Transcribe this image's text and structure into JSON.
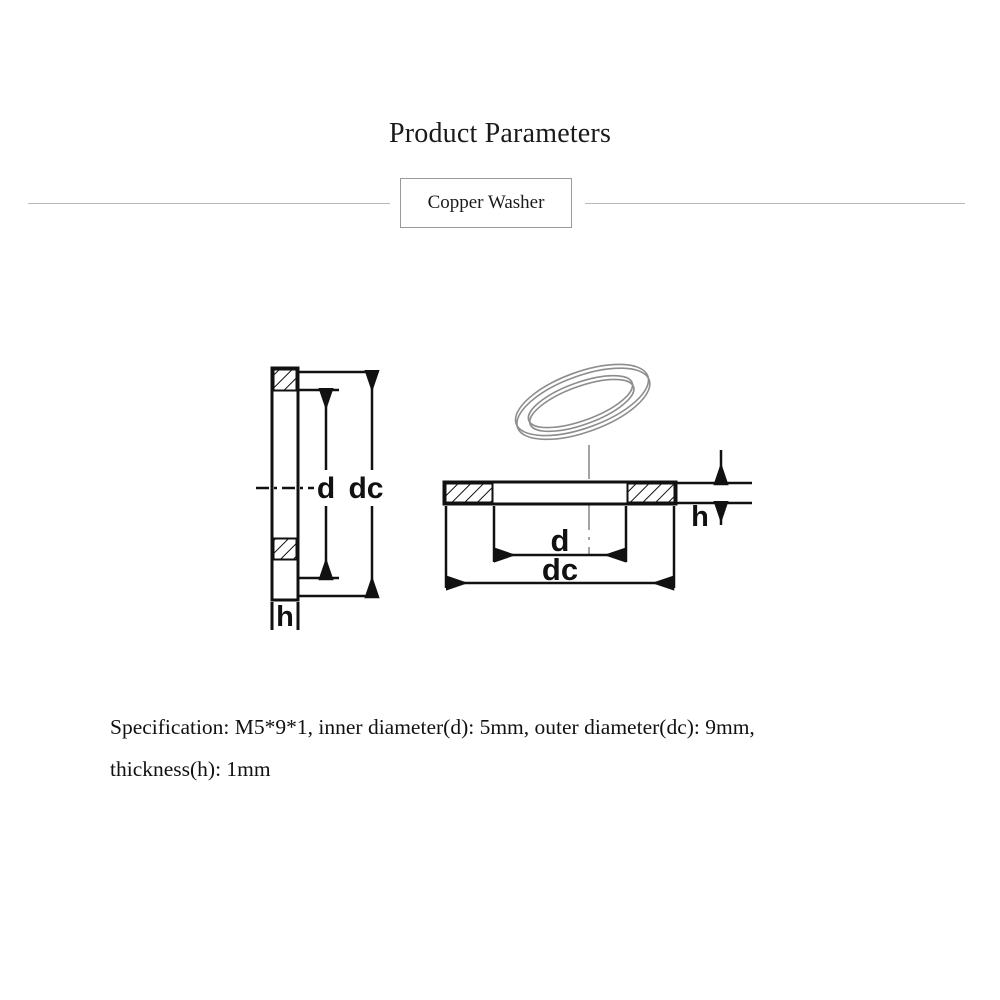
{
  "header": {
    "title": "Product Parameters",
    "subtitle": "Copper Washer",
    "rule_color": "#b9b9b9",
    "box_border_color": "#9a9a9a"
  },
  "drawing": {
    "line_color": "#111111",
    "iso_line_color": "#8d8d8d",
    "centerline_color": "#9a9a9a",
    "left_view": {
      "name": "sectional-front-view",
      "labels": {
        "inner_diameter": "d",
        "outer_diameter": "dc",
        "thickness": "h"
      }
    },
    "center_view": {
      "name": "sectional-side-view",
      "labels": {
        "inner_diameter": "d",
        "outer_diameter": "dc"
      }
    },
    "right_view": {
      "name": "thickness-detail",
      "labels": {
        "thickness": "h"
      }
    },
    "iso_view": {
      "name": "isometric-washer-ring"
    }
  },
  "specification": {
    "line1": "Specification: M5*9*1, inner diameter(d): 5mm, outer diameter(dc): 9mm,",
    "line2": "thickness(h): 1mm",
    "values": {
      "model": "M5*9*1",
      "inner_diameter_d": "5mm",
      "outer_diameter_dc": "9mm",
      "thickness_h": "1mm"
    }
  }
}
